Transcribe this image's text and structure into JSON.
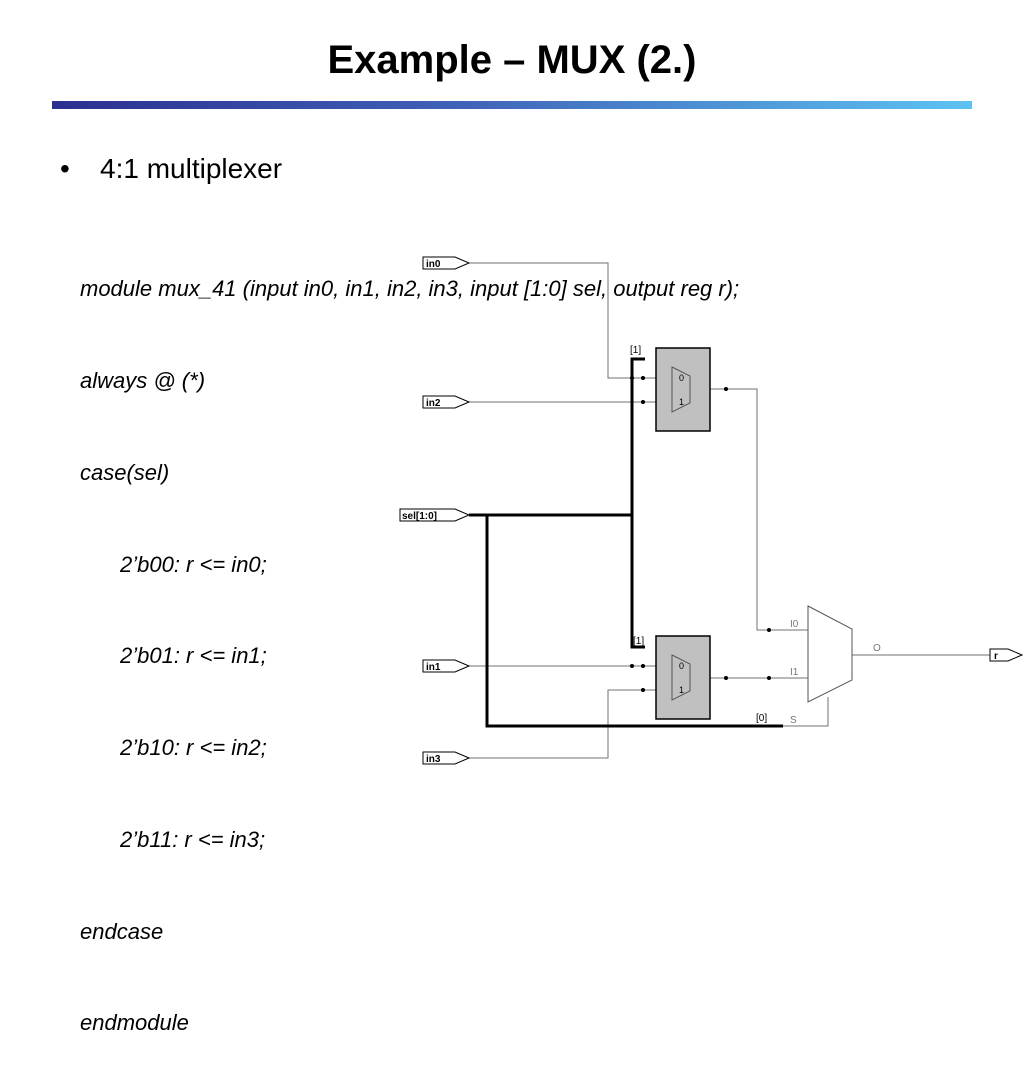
{
  "title": "Example – MUX (2.)",
  "bullet": "4:1 multiplexer",
  "code": [
    "module mux_41 (input in0, in1, in2, in3, input [1:0] sel, output reg r);",
    "always @ (*)",
    "case(sel)",
    "2’b00: r <= in0;",
    "2’b01: r <= in1;",
    "2’b10: r <= in2;",
    "2’b11: r <= in3;",
    "endcase",
    "endmodule"
  ],
  "schematic": {
    "ports": {
      "in0": "in0",
      "in2": "in2",
      "sel": "sel[1:0]",
      "in1": "in1",
      "in3": "in3",
      "r": "r"
    },
    "bit_labels": {
      "upper_mux_sel": "[1]",
      "lower_mux_sel": "[1]",
      "output_mux_sel": "[0]"
    },
    "mux_inputs": {
      "zero": "0",
      "one": "1"
    },
    "output_mux_pins": {
      "i0": "I0",
      "i1": "I1",
      "o": "O",
      "s": "S"
    }
  },
  "colors": {
    "title_bar_start": "#2b2f8f",
    "title_bar_end": "#5cc3f2",
    "mux_fill": "#c0c0c0",
    "wire": "#707070",
    "bus": "#000000"
  }
}
